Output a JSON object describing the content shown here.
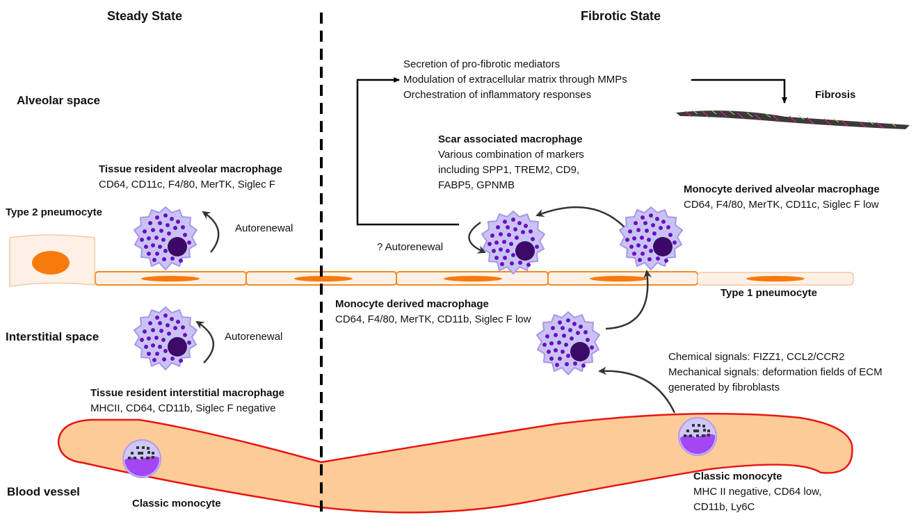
{
  "headings": {
    "steady": "Steady State",
    "fibrotic": "Fibrotic State"
  },
  "regions": {
    "alveolar": "Alveolar space",
    "interstitial": "Interstitial space",
    "blood": "Blood vessel"
  },
  "functions": [
    "Secretion of pro-fibrotic mediators",
    "Modulation of extracellular matrix through MMPs",
    "Orchestration of inflammatory responses"
  ],
  "fibrosis_label": "Fibrosis",
  "cells": {
    "tram": {
      "title": "Tissue resident alveolar macrophage",
      "markers": [
        "CD64, CD11c, F4/80, MerTK, Siglec F"
      ]
    },
    "type2": {
      "title": "Type 2 pneumocyte"
    },
    "type1": {
      "title": "Type 1 pneumocyte"
    },
    "scar": {
      "title": "Scar associated macrophage",
      "markers": [
        "Various combination of markers",
        "including SPP1, TREM2, CD9,",
        "FABP5, GPNMB"
      ]
    },
    "moam": {
      "title": "Monocyte derived alveolar macrophage",
      "markers": [
        "CD64, F4/80, MerTK, CD11c, Siglec F low"
      ]
    },
    "mdm": {
      "title": "Monocyte derived macrophage",
      "markers": [
        "CD64, F4/80, MerTK, CD11b, Siglec F low"
      ]
    },
    "tim": {
      "title": "Tissue resident interstitial macrophage",
      "markers": [
        "MHCII, CD64, CD11b, Siglec F negative"
      ]
    },
    "mono_steady": {
      "title": "Classic monocyte"
    },
    "mono_fibrotic": {
      "title": "Classic monocyte",
      "markers": [
        "MHC II negative, CD64 low,",
        "CD11b, Ly6C"
      ]
    }
  },
  "autorenewal": {
    "alveolar": "Autorenewal",
    "interstitial": "Autorenewal",
    "scar": "? Autorenewal"
  },
  "signals": [
    "Chemical signals: FIZZ1, CCL2/CCR2",
    "Mechanical signals: deformation fields of ECM",
    "generated by fibroblasts"
  ],
  "colors": {
    "macrophage_body": "#c9c3f5",
    "macrophage_border": "#a996e8",
    "granule": "#6a0fc0",
    "nucleus": "#3c0a66",
    "pneumocyte_fill": "#fdf1e6",
    "pneumocyte_border": "#f08a20",
    "pneumocyte_nucleus": "#f77a0c",
    "vessel_fill": "#fccb98",
    "vessel_border": "#e81414",
    "monocyte_nucleus": "#a347f5",
    "arrow": "#333333"
  }
}
